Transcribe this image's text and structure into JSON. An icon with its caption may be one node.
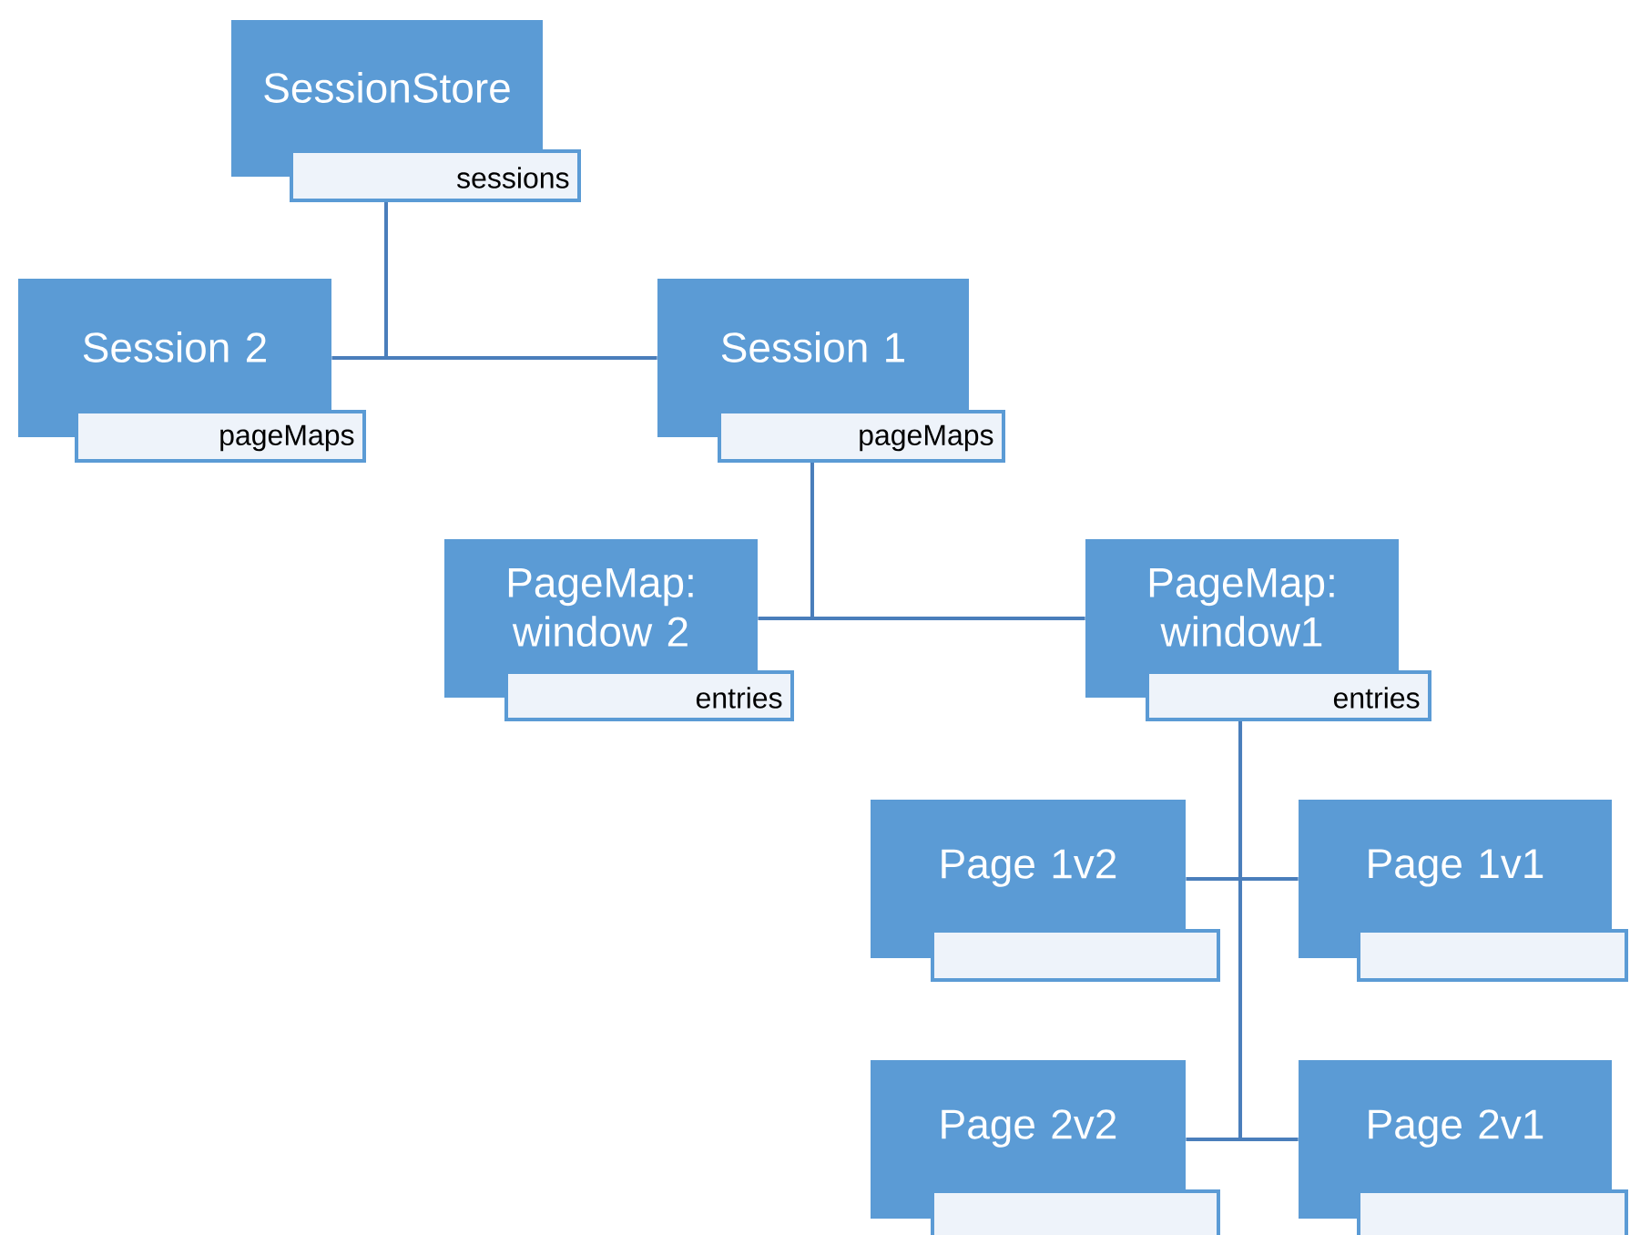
{
  "diagram": {
    "nodes": [
      {
        "text": [
          "SessionStore",
          "sessions"
        ]
      },
      {
        "text": [
          "Session 2",
          "pageMaps"
        ]
      },
      {
        "text": [
          "Session 1",
          "pageMaps"
        ]
      },
      {
        "text": [
          "PageMap: window 2",
          "entries"
        ]
      },
      {
        "text": [
          "PageMap: window1",
          "entries"
        ]
      },
      {
        "text": [
          "Page 1v2"
        ]
      },
      {
        "text": [
          "Page 1v1"
        ]
      },
      {
        "text": [
          "Page 2v2"
        ]
      },
      {
        "text": [
          "Page 2v1"
        ]
      }
    ],
    "edges": [
      {
        "from": 0,
        "to": 1,
        "arrow": "none"
      },
      {
        "from": 0,
        "to": 2,
        "arrow": "none"
      },
      {
        "from": 2,
        "to": 3,
        "arrow": "none"
      },
      {
        "from": 2,
        "to": 4,
        "arrow": "none"
      },
      {
        "from": 4,
        "to": 5,
        "arrow": "none"
      },
      {
        "from": 4,
        "to": 6,
        "arrow": "none"
      },
      {
        "from": 4,
        "to": 7,
        "arrow": "none"
      },
      {
        "from": 4,
        "to": 8,
        "arrow": "none"
      }
    ]
  }
}
